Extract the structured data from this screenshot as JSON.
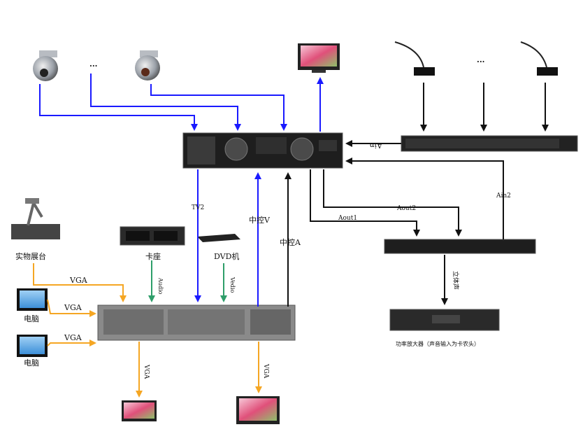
{
  "labels": {
    "ellipsis_cameras": "···",
    "ellipsis_mics": "···",
    "ain": "Ain",
    "ain2": "Ain2",
    "aout1": "Aout1",
    "aout2": "Aout2",
    "tv2": "TV2",
    "zhongkong_v": "中控V",
    "zhongkong_a": "中控A",
    "stereo_out": "立体声",
    "visualizer": "实物展台",
    "cassette": "卡座",
    "dvd": "DVD机",
    "audio": "Audio",
    "video": "Vedio",
    "vga_visualizer": "VGA",
    "vga_pc1": "VGA",
    "vga_pc2": "VGA",
    "vga_out1": "VGA",
    "vga_out2": "VGA",
    "pc1": "电脑",
    "pc2": "电脑",
    "amplifier": "功率放大器（声音输入为卡农头）"
  },
  "colors": {
    "blue": "#1a1aff",
    "black": "#111111",
    "orange": "#f5a623",
    "green": "#2e9e6a"
  }
}
